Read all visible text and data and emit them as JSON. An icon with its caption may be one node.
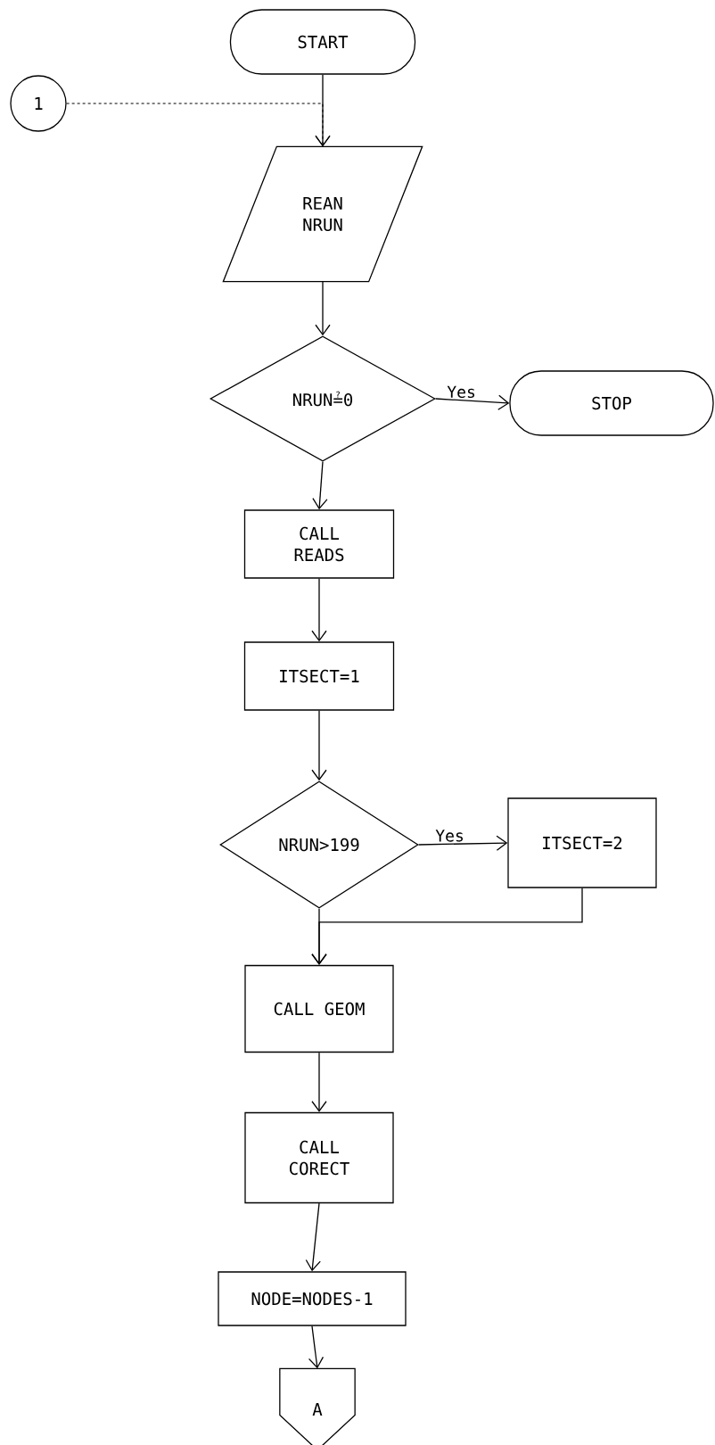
{
  "diagram": {
    "nodes": [
      {
        "text": [
          "START"
        ]
      },
      {
        "text": [
          "1"
        ]
      },
      {
        "text": [
          "REAN NRUN"
        ]
      },
      {
        "text": [
          "NRUN≟0"
        ]
      },
      {
        "text": [
          "STOP"
        ]
      },
      {
        "text": [
          "CALL READS"
        ]
      },
      {
        "text": [
          "ITSECT=1"
        ]
      },
      {
        "text": [
          "NRUN>199"
        ]
      },
      {
        "text": [
          "ITSECT=2"
        ]
      },
      {
        "text": [
          "CALL GEOM"
        ]
      },
      {
        "text": [
          "CALL CORECT"
        ]
      },
      {
        "text": [
          "NODE=NODES-1"
        ]
      },
      {
        "text": [
          "A"
        ]
      }
    ],
    "edges": [
      {
        "from": 0,
        "to": 2,
        "arrow": "to"
      },
      {
        "from": 1,
        "to": 2,
        "arrow": "to",
        "style": "dashed"
      },
      {
        "from": 2,
        "to": 3,
        "arrow": "to"
      },
      {
        "from": 3,
        "to": 4,
        "arrow": "to",
        "label": "Yes"
      },
      {
        "from": 3,
        "to": 5,
        "arrow": "to"
      },
      {
        "from": 5,
        "to": 6,
        "arrow": "to"
      },
      {
        "from": 6,
        "to": 7,
        "arrow": "to"
      },
      {
        "from": 7,
        "to": 8,
        "arrow": "to",
        "label": "Yes"
      },
      {
        "from": 8,
        "to": 9,
        "arrow": "to"
      },
      {
        "from": 7,
        "to": 9,
        "arrow": "to"
      },
      {
        "from": 9,
        "to": 10,
        "arrow": "to"
      },
      {
        "from": 10,
        "to": 11,
        "arrow": "to"
      },
      {
        "from": 11,
        "to": 12,
        "arrow": "to"
      }
    ]
  }
}
